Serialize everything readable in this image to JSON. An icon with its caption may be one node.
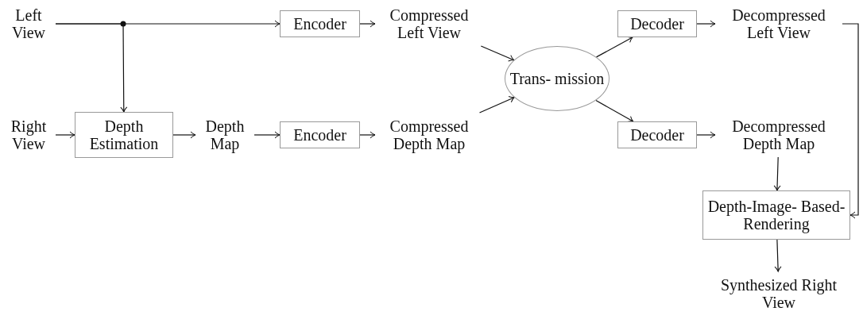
{
  "diagram": {
    "nodes": [
      {
        "text": [
          "Left View"
        ]
      },
      {
        "text": [
          "Right View"
        ]
      },
      {
        "text": [
          "Depth Estimation"
        ]
      },
      {
        "text": [
          "Depth Map"
        ]
      },
      {
        "text": [
          "Encoder"
        ]
      },
      {
        "text": [
          "Encoder"
        ]
      },
      {
        "text": [
          "Compressed Left View"
        ]
      },
      {
        "text": [
          "Compressed Depth Map"
        ]
      },
      {
        "text": [
          "Trans- mission"
        ]
      },
      {
        "text": [
          "Decoder"
        ]
      },
      {
        "text": [
          "Decoder"
        ]
      },
      {
        "text": [
          "Decompressed Left View"
        ]
      },
      {
        "text": [
          "Decompressed Depth Map"
        ]
      },
      {
        "text": [
          "Depth-Image- Based-Rendering"
        ]
      },
      {
        "text": [
          "Synthesized Right View"
        ]
      }
    ],
    "edges": [
      {
        "from": 0,
        "to": 4,
        "arrow": "to"
      },
      {
        "from": 0,
        "to": 2,
        "arrow": "to"
      },
      {
        "from": 1,
        "to": 2,
        "arrow": "to"
      },
      {
        "from": 2,
        "to": 3,
        "arrow": "to"
      },
      {
        "from": 3,
        "to": 5,
        "arrow": "to"
      },
      {
        "from": 4,
        "to": 6,
        "arrow": "to"
      },
      {
        "from": 5,
        "to": 7,
        "arrow": "to"
      },
      {
        "from": 6,
        "to": 8,
        "arrow": "to"
      },
      {
        "from": 7,
        "to": 8,
        "arrow": "to"
      },
      {
        "from": 8,
        "to": 9,
        "arrow": "to"
      },
      {
        "from": 8,
        "to": 10,
        "arrow": "to"
      },
      {
        "from": 9,
        "to": 11,
        "arrow": "to"
      },
      {
        "from": 10,
        "to": 12,
        "arrow": "to"
      },
      {
        "from": 11,
        "to": 13,
        "arrow": "to"
      },
      {
        "from": 12,
        "to": 13,
        "arrow": "to"
      },
      {
        "from": 13,
        "to": 14,
        "arrow": "to"
      }
    ]
  }
}
